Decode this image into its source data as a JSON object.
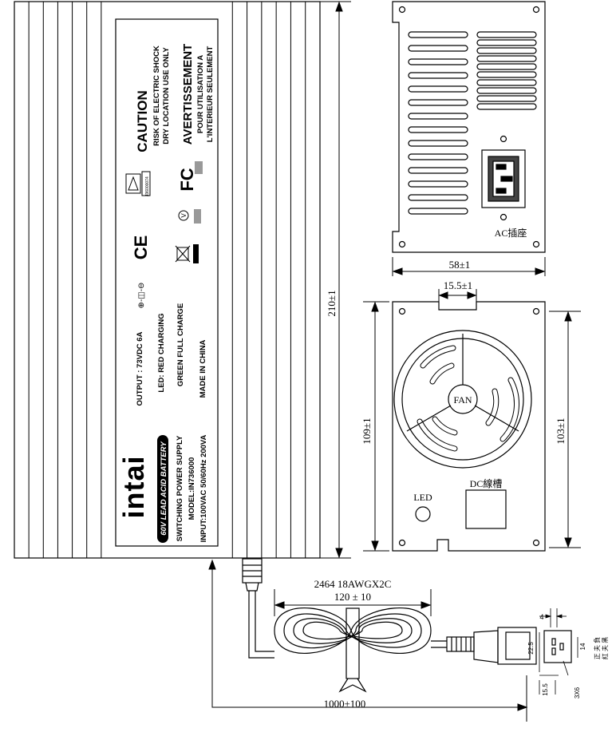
{
  "label": {
    "caution": "CAUTION",
    "risk": "RISK OF ELECTRIC SHOCK",
    "dry": "DRY LOCATION USE ONLY",
    "avert": "AVERTISSEMENT",
    "pour": "POUR UTILISATION A",
    "interieur": "L'INTERIEUR SEULEMENT",
    "output": "OUTPUT : 73VDC 6A",
    "led_red": "LED: RED CHARGING",
    "green": "GREEN FULL CHARGE",
    "made": "MADE IN CHINA",
    "brand": "intai",
    "battery": "60V LEAD ACID BATTERY",
    "switching": "SWITCHING POWER SUPPLY",
    "model": "MODEL:IN736000",
    "input": "INPUT:100VAC 50/60Hz 200VA",
    "cert_code": "J36000074",
    "ce": "CE",
    "fc": "FC",
    "v_mark": "V",
    "polarity": "⊕-◫-⊖"
  },
  "dims": {
    "length": "210±1",
    "width": "58±1",
    "slot": "15.5±1",
    "height_left": "109±1",
    "height_right": "103±1",
    "cable_spec": "2464 18AWGX2C",
    "cable_len": "120 ± 10",
    "cord_len": "1000±100",
    "plug_4": "4",
    "plug_22": "22.5",
    "plug_14": "14",
    "plug_155": "15.5",
    "plug_3x6": "3X6"
  },
  "parts": {
    "ac_socket": "AC插座",
    "fan": "FAN",
    "led": "LED",
    "dc_slot": "DC線槽",
    "polarity_cn_1": "正 夫 負",
    "polarity_cn_2": "紅 夫 黑"
  }
}
